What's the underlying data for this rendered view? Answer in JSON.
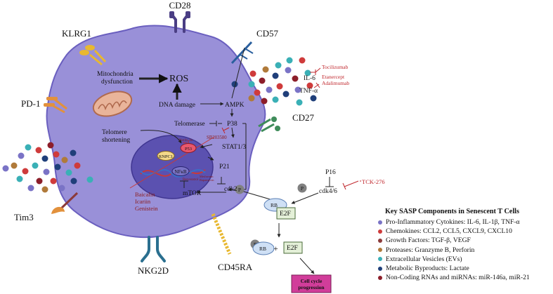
{
  "receptors": {
    "cd28": "CD28",
    "klrg1": "KLRG1",
    "cd57": "CD57",
    "pd1": "PD-1",
    "cd27": "CD27",
    "tim3": "Tim3",
    "nkg2d": "NKG2D",
    "cd45ra": "CD45RA"
  },
  "pathway": {
    "mito_line1": "Mitochondria",
    "mito_line2": "dysfunction",
    "ros": "ROS",
    "dna_damage": "DNA damage",
    "ampk": "AMPK",
    "telomerase": "Telomerase",
    "p38": "P38",
    "sb": "SB203580",
    "stat": "STAT1/3",
    "telomere_line1": "Telomere",
    "telomere_line2": "shortening",
    "nutlin": "Nutlin 3a",
    "rnpc1": "RNPC1",
    "p53": "P53",
    "nfkb": "NFκB",
    "p21": "P21",
    "resveratrol": "Resveratrol",
    "rapamycin_line1": "Metformin",
    "rapamycin_line2": "Rapamycin",
    "cdk2": "cdk2",
    "mtor": "mTOR",
    "baicalin": "Baicalin",
    "icariin": "Icariin",
    "genistein": "Genistein",
    "p16": "P16",
    "tck": "TCK-276",
    "cdk46": "cdk4/6",
    "p_symbol": "P",
    "rb": "RB",
    "e2f": "E2F",
    "plus": "+",
    "cell_cycle_line1": "Cell cycle",
    "cell_cycle_line2": "progression"
  },
  "cytokines": {
    "il6": "IL-6",
    "tnf": "TNF-α",
    "tocilizumab": "Tocilizumab",
    "etanercept": "Etanercept",
    "adalimumab": "Adalimumab"
  },
  "legend": {
    "title": "Key SASP Components in Senescent T Cells",
    "items": [
      {
        "label": "Pro-Inflammatory Cytokines: IL-6, IL-1β, TNF-α",
        "color": "#7a73c6"
      },
      {
        "label": "Chemokines: CCL2, CCL5, CXCL9, CXCL10",
        "color": "#cf3b3b"
      },
      {
        "label": "Growth Factors: TGF-β, VEGF",
        "color": "#8b3a3a"
      },
      {
        "label": "Proteases: Granzyme B, Perforin",
        "color": "#b07a3a"
      },
      {
        "label": "Extracellular Vesicles (EVs)",
        "color": "#3ab0b6"
      },
      {
        "label": "Metabolic Byproducts: Lactate",
        "color": "#1f3f7a"
      },
      {
        "label": "Non-Coding RNAs and miRNAs: miR-146a, miR-21",
        "color": "#8c1e2a"
      }
    ]
  },
  "colors": {
    "cell": "#9990d8",
    "cell_stroke": "#6a5fbf",
    "nucleus": "#5b51b0",
    "receptor_purple": "#4a3e84",
    "receptor_yellow": "#e8b830",
    "receptor_blue": "#2a5f9e",
    "receptor_green": "#3f8c5a",
    "receptor_orange": "#e2913c",
    "receptor_teal": "#2a6f8f",
    "cell_cycle_box": "#d13d9a"
  }
}
